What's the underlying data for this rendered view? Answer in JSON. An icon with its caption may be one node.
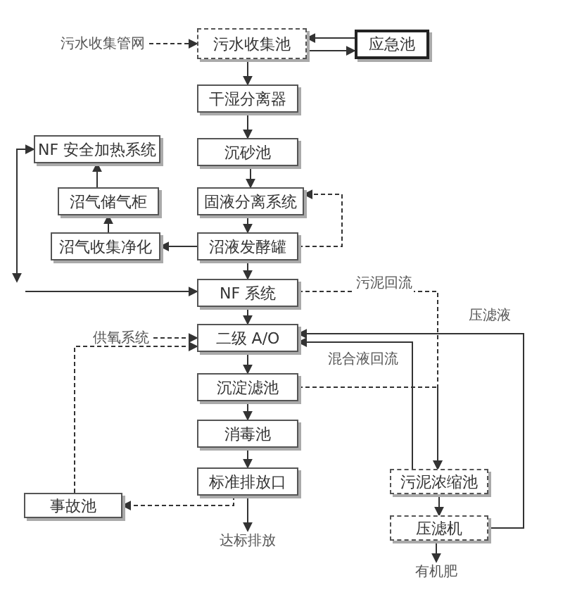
{
  "diagram": {
    "nodes": [
      {
        "text": [
          "污水收集管网"
        ]
      },
      {
        "text": [
          "污水收集池"
        ]
      },
      {
        "text": [
          "应急池"
        ]
      },
      {
        "text": [
          "干湿分离器"
        ]
      },
      {
        "text": [
          "沉砂池"
        ]
      },
      {
        "text": [
          "NF 安全加热系统"
        ]
      },
      {
        "text": [
          "沼气储气柜"
        ]
      },
      {
        "text": [
          "固液分离系统"
        ]
      },
      {
        "text": [
          "沼气收集净化"
        ]
      },
      {
        "text": [
          "沼液发酵罐"
        ]
      },
      {
        "text": [
          "NF 系统"
        ]
      },
      {
        "text": [
          "二级 A/O"
        ]
      },
      {
        "text": [
          "沉淀滤池"
        ]
      },
      {
        "text": [
          "消毒池"
        ]
      },
      {
        "text": [
          "标准排放口"
        ]
      },
      {
        "text": [
          "事故池"
        ]
      },
      {
        "text": [
          "达标排放"
        ]
      },
      {
        "text": [
          "污泥浓缩池"
        ]
      },
      {
        "text": [
          "压滤机"
        ]
      },
      {
        "text": [
          "有机肥"
        ]
      },
      {
        "text": [
          "供氧系统"
        ]
      }
    ],
    "edges": [
      {
        "from": 0,
        "to": 1,
        "arrow": "to",
        "style": "dashed"
      },
      {
        "from": 2,
        "to": 1,
        "arrow": "to"
      },
      {
        "from": 1,
        "to": 2,
        "arrow": "to"
      },
      {
        "from": 1,
        "to": 3,
        "arrow": "to"
      },
      {
        "from": 3,
        "to": 4,
        "arrow": "to"
      },
      {
        "from": 4,
        "to": 7,
        "arrow": "to"
      },
      {
        "from": 7,
        "to": 9,
        "arrow": "to"
      },
      {
        "from": 9,
        "to": 7,
        "arrow": "to",
        "style": "dashed"
      },
      {
        "from": 9,
        "to": 8,
        "arrow": "to"
      },
      {
        "from": 8,
        "to": 6,
        "arrow": "to"
      },
      {
        "from": 6,
        "to": 5,
        "arrow": "to"
      },
      {
        "from": 5,
        "to": null,
        "arrow": "both"
      },
      {
        "from": null,
        "to": 10,
        "arrow": "to"
      },
      {
        "from": 9,
        "to": 10,
        "arrow": "to"
      },
      {
        "from": 10,
        "to": 11,
        "arrow": "to"
      },
      {
        "from": 11,
        "to": 12,
        "arrow": "to"
      },
      {
        "from": 12,
        "to": 13,
        "arrow": "to"
      },
      {
        "from": 13,
        "to": 14,
        "arrow": "to"
      },
      {
        "from": 14,
        "to": 16,
        "arrow": "to"
      },
      {
        "from": 10,
        "to": 17,
        "arrow": "to",
        "style": "dashed",
        "label": "污泥回流"
      },
      {
        "from": 12,
        "to": 17,
        "arrow": "to",
        "style": "dashed"
      },
      {
        "from": 17,
        "to": 18,
        "arrow": "to"
      },
      {
        "from": 18,
        "to": 19,
        "arrow": "to"
      },
      {
        "from": 18,
        "to": 11,
        "arrow": "to",
        "label": "压滤液"
      },
      {
        "from": 17,
        "to": 11,
        "arrow": "to",
        "label": "混合液回流"
      },
      {
        "from": 20,
        "to": 11,
        "arrow": "to",
        "style": "dashed"
      },
      {
        "from": 15,
        "to": 11,
        "arrow": "to",
        "style": "dashed"
      },
      {
        "from": 14,
        "to": 15,
        "arrow": "to",
        "style": "dashed"
      }
    ]
  }
}
